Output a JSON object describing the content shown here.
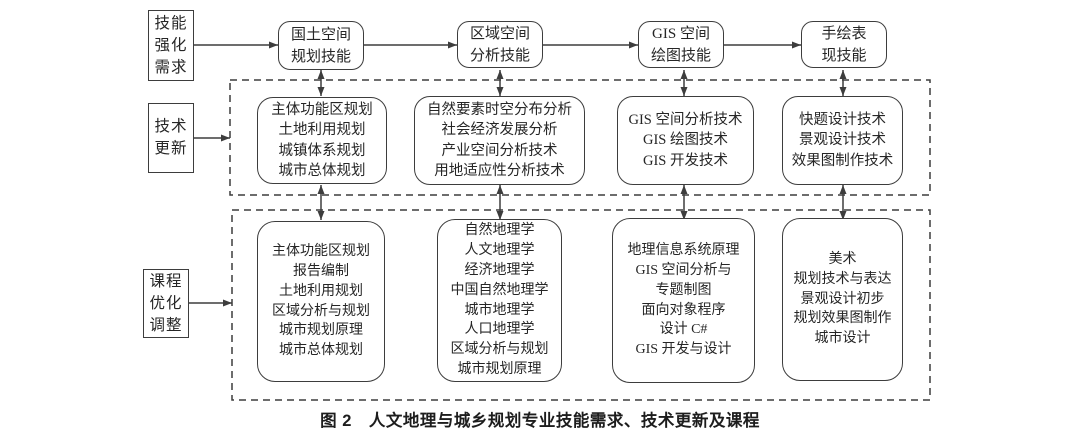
{
  "diagram": {
    "caption": "图 2　人文地理与城乡规划专业技能需求、技术更新及课程",
    "row_labels": [
      {
        "id": "skill-demand",
        "lines": [
          "技能",
          "强化",
          "需求"
        ]
      },
      {
        "id": "tech-update",
        "lines": [
          "技术",
          "更新"
        ]
      },
      {
        "id": "course-adjustment",
        "lines": [
          "课程",
          "优化",
          "调整"
        ]
      }
    ],
    "top_boxes": [
      {
        "lines": [
          "国土空间",
          "规划技能"
        ]
      },
      {
        "lines": [
          "区域空间",
          "分析技能"
        ]
      },
      {
        "lines": [
          "GIS 空间",
          "绘图技能"
        ]
      },
      {
        "lines": [
          "手绘表",
          "现技能"
        ]
      }
    ],
    "middle_boxes": [
      {
        "lines": [
          "主体功能区规划",
          "土地利用规划",
          "城镇体系规划",
          "城市总体规划"
        ]
      },
      {
        "lines": [
          "自然要素时空分布分析",
          "社会经济发展分析",
          "产业空间分析技术",
          "用地适应性分析技术"
        ]
      },
      {
        "lines": [
          "GIS 空间分析技术",
          "GIS 绘图技术",
          "GIS 开发技术"
        ]
      },
      {
        "lines": [
          "快题设计技术",
          "景观设计技术",
          "效果图制作技术"
        ]
      }
    ],
    "bottom_boxes": [
      {
        "lines": [
          "主体功能区规划",
          "报告编制",
          "土地利用规划",
          "区域分析与规划",
          "城市规划原理",
          "城市总体规划"
        ]
      },
      {
        "lines": [
          "自然地理学",
          "人文地理学",
          "经济地理学",
          "中国自然地理学",
          "城市地理学",
          "人口地理学",
          "区域分析与规划",
          "城市规划原理"
        ]
      },
      {
        "lines": [
          "地理信息系统原理",
          "GIS 空间分析与",
          "专题制图",
          "面向对象程序",
          "设计 C#",
          "GIS 开发与设计"
        ]
      },
      {
        "lines": [
          "美术",
          "规划技术与表达",
          "景观设计初步",
          "规划效果图制作",
          "城市设计"
        ]
      }
    ],
    "colors": {
      "line": "#3d3d3d",
      "text": "#262626",
      "background": "#ffffff"
    }
  }
}
